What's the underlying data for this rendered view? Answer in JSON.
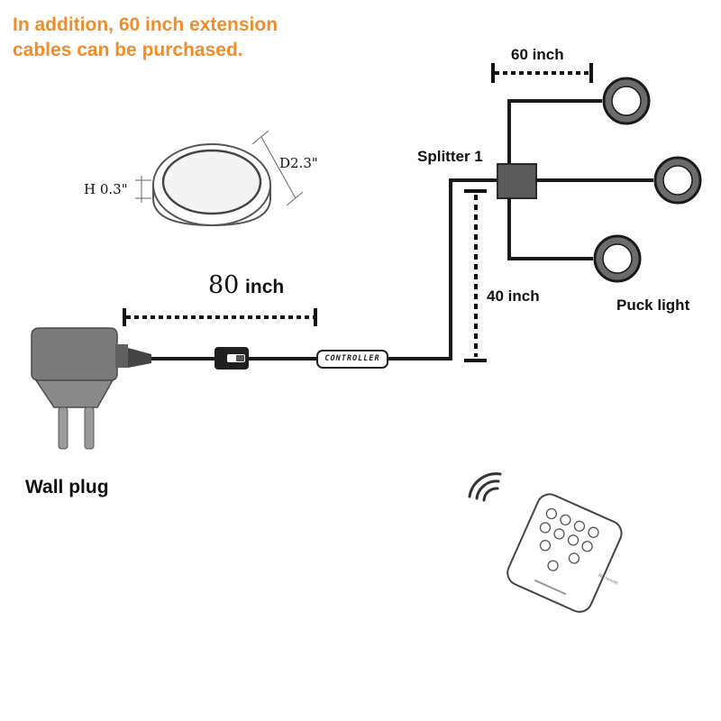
{
  "note": {
    "line1": "In addition, 60 inch extension",
    "line2": "cables can be purchased.",
    "color": "#f28c28"
  },
  "dimensions": {
    "height": "H 0.3\"",
    "diameter": "D2.3\""
  },
  "cable_lengths": {
    "main": {
      "number": "80",
      "unit": "inch"
    },
    "splitter_to_puck": "60 inch",
    "splitter_drop": "40 inch"
  },
  "components": {
    "splitter": "Splitter 1",
    "puck_light": "Puck light",
    "controller": "CONTROLLER",
    "wall_plug": "Wall plug",
    "remote_caption": "RF remote"
  },
  "icons": [
    "wall-plug-icon",
    "inline-switch-icon",
    "controller-icon",
    "splitter-icon",
    "puck-light-icon",
    "remote-control-icon",
    "wireless-signal-icon"
  ]
}
